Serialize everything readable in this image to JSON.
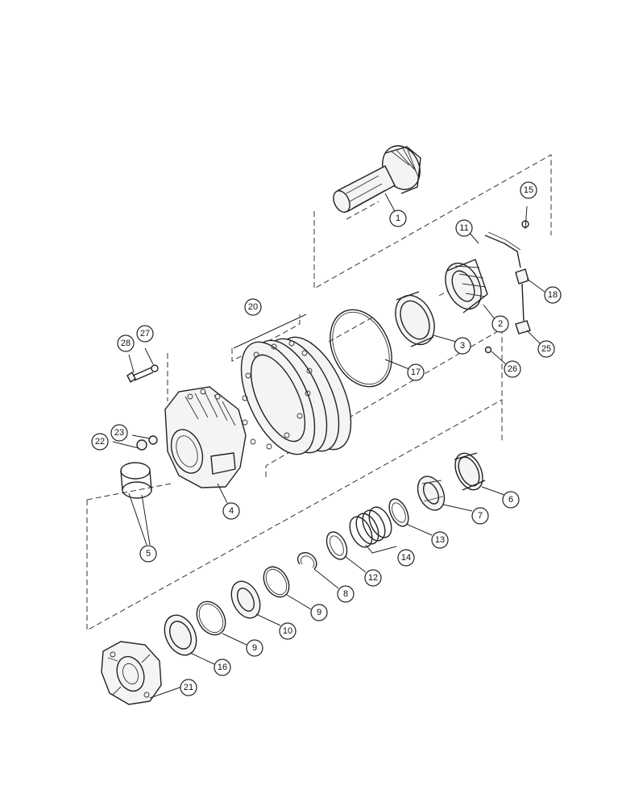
{
  "callouts": {
    "c1": "1",
    "c2": "2",
    "c3": "3",
    "c4": "4",
    "c5": "5",
    "c6": "6",
    "c7": "7",
    "c8": "8",
    "c9a": "9",
    "c9b": "9",
    "c10": "10",
    "c11": "11",
    "c12": "12",
    "c13": "13",
    "c14": "14",
    "c15": "15",
    "c16": "16",
    "c17": "17",
    "c18": "18",
    "c20": "20",
    "c21": "21",
    "c22": "22",
    "c23": "23",
    "c25": "25",
    "c26": "26",
    "c27": "27",
    "c28": "28"
  },
  "colors": {
    "line": "#222222",
    "background": "#ffffff"
  }
}
